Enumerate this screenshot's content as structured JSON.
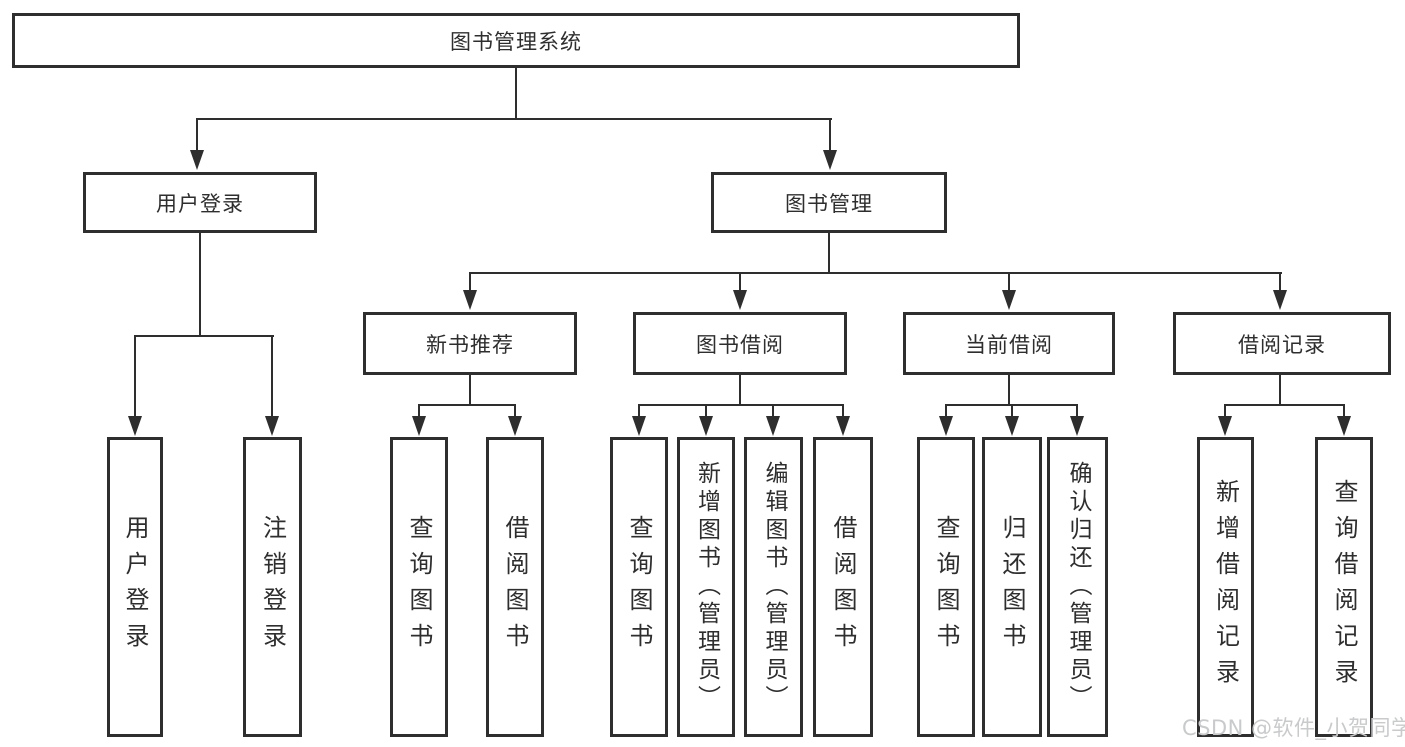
{
  "watermark": "CSDN @软件_小贺同学",
  "colors": {
    "background": "#ffffff",
    "border": "#2e2e2e",
    "line": "#2e2e2e",
    "text": "#2e2e2e",
    "watermark": "#c9cacb"
  },
  "tree": {
    "label": "图书管理系统",
    "children": [
      {
        "label": "用户登录",
        "children": [
          {
            "label": "用户登录"
          },
          {
            "label": "注销登录"
          }
        ]
      },
      {
        "label": "图书管理",
        "children": [
          {
            "label": "新书推荐",
            "children": [
              {
                "label": "查询图书"
              },
              {
                "label": "借阅图书"
              }
            ]
          },
          {
            "label": "图书借阅",
            "children": [
              {
                "label": "查询图书"
              },
              {
                "label": "新增图书（管理员）"
              },
              {
                "label": "编辑图书（管理员）"
              },
              {
                "label": "借阅图书"
              }
            ]
          },
          {
            "label": "当前借阅",
            "children": [
              {
                "label": "查询图书"
              },
              {
                "label": "归还图书"
              },
              {
                "label": "确认归还（管理员）"
              }
            ]
          },
          {
            "label": "借阅记录",
            "children": [
              {
                "label": "新增借阅记录"
              },
              {
                "label": "查询借阅记录"
              }
            ]
          }
        ]
      }
    ]
  }
}
